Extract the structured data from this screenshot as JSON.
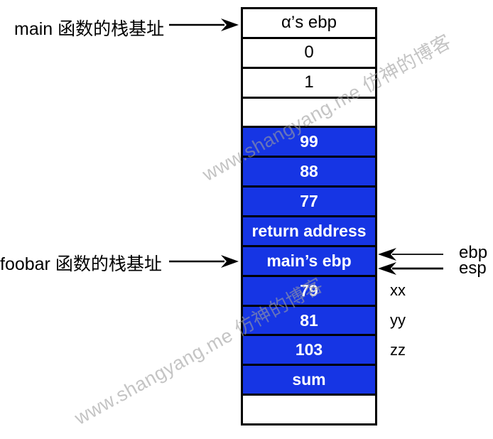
{
  "diagram": {
    "left_annotations": [
      {
        "label": "main 函数的栈基址"
      },
      {
        "label": "foobar 函数的栈基址"
      }
    ],
    "stack_cells": [
      {
        "label": "α’s ebp",
        "fill": "white"
      },
      {
        "label": "0",
        "fill": "white"
      },
      {
        "label": "1",
        "fill": "white"
      },
      {
        "label": "",
        "fill": "white"
      },
      {
        "label": "99",
        "fill": "blue"
      },
      {
        "label": "88",
        "fill": "blue"
      },
      {
        "label": "77",
        "fill": "blue"
      },
      {
        "label": "return address",
        "fill": "blue"
      },
      {
        "label": "main’s ebp",
        "fill": "blue"
      },
      {
        "label": "79",
        "fill": "blue",
        "var_label": "xx"
      },
      {
        "label": "81",
        "fill": "blue",
        "var_label": "yy"
      },
      {
        "label": "103",
        "fill": "blue",
        "var_label": "zz"
      },
      {
        "label": "sum",
        "fill": "blue"
      },
      {
        "label": "",
        "fill": "white"
      }
    ],
    "pointers": [
      {
        "label": "ebp"
      },
      {
        "label": "esp"
      }
    ],
    "watermark": {
      "text": "www.shangyang.me 仿神的博客"
    },
    "colors": {
      "cell_fill_blue": "#1635e4",
      "cell_fill_white": "#ffffff",
      "cell_text_on_blue": "#ffffff",
      "cell_text_on_white": "#000000",
      "border": "#000000",
      "watermark_gray": "#9e9e9e"
    }
  }
}
